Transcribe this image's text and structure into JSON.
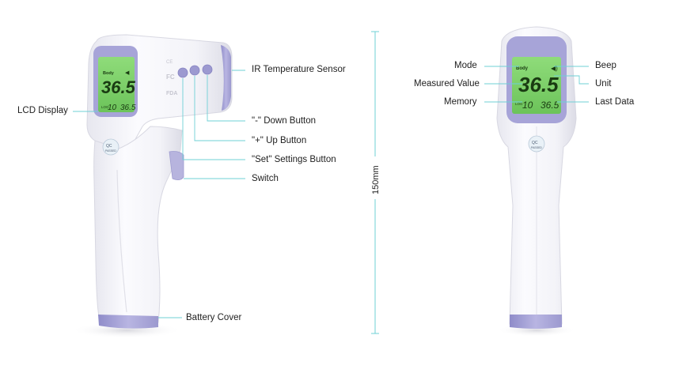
{
  "labels": {
    "lcd_display": "LCD Display",
    "ir_sensor": "IR Temperature Sensor",
    "down_button": "\"-\" Down Button",
    "up_button": "\"+\" Up Button",
    "set_button": "\"Set\" Settings Button",
    "switch": "Switch",
    "battery_cover": "Battery Cover",
    "mode": "Mode",
    "measured_value": "Measured Value",
    "memory": "Memory",
    "beep": "Beep",
    "unit": "Unit",
    "last_data": "Last Data"
  },
  "dimension": "150mm",
  "lcd": {
    "mode_text": "Body",
    "measured": "36.5",
    "memory_prefix": "LOG",
    "memory_number": "10",
    "last_data": "36.5"
  },
  "colors": {
    "body": "#f6f6fb",
    "accent": "#a9a6d6",
    "lcd": "#7fd06c",
    "leader": "#6fd0d6"
  }
}
